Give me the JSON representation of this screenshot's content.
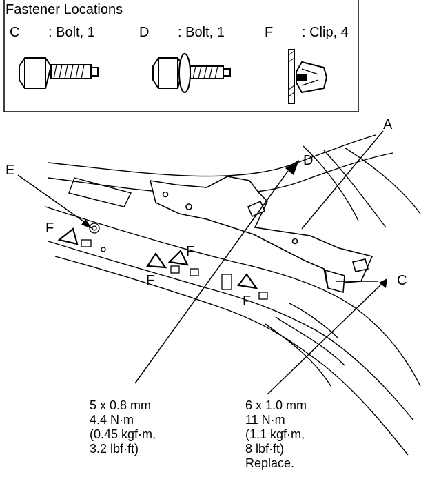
{
  "legend": {
    "title": "Fastener Locations",
    "items": [
      {
        "letter": "C",
        "desc": ": Bolt, 1"
      },
      {
        "letter": "D",
        "desc": ": Bolt, 1"
      },
      {
        "letter": "F",
        "desc": ": Clip, 4"
      }
    ]
  },
  "callouts": {
    "A": "A",
    "C": "C",
    "D": "D",
    "E": "E",
    "F": "F"
  },
  "specs": {
    "left": [
      "5 x 0.8 mm",
      "4.4 N·m",
      "(0.45 kgf·m,",
      "3.2 lbf·ft)"
    ],
    "right": [
      "6 x 1.0 mm",
      "11 N·m",
      "(1.1 kgf·m,",
      "8 lbf·ft)",
      "Replace."
    ]
  }
}
